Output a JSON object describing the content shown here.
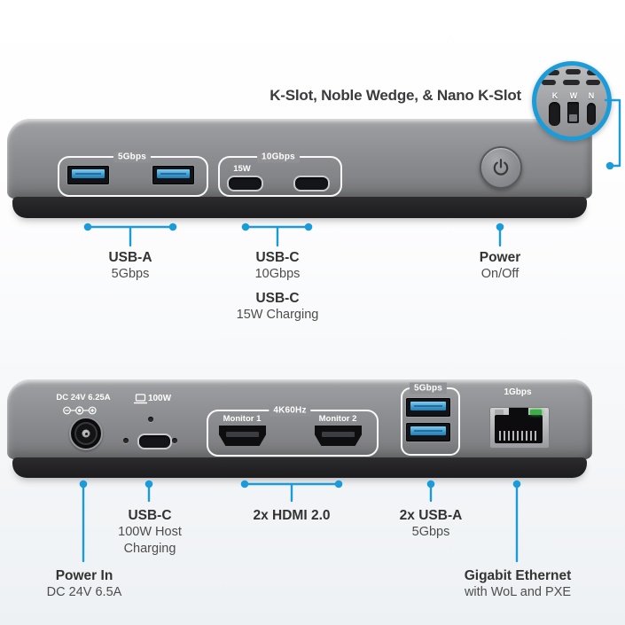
{
  "colors": {
    "accent": "#1b9cd9",
    "device_gray": "#8d8e91",
    "base_dark": "#222225",
    "usb_blue": "#3e9fd4",
    "led_green": "#3fae49"
  },
  "security": {
    "title": "K-Slot, Noble Wedge, & Nano K-Slot",
    "k": "K",
    "w": "W",
    "n": "N"
  },
  "front": {
    "usb_a_group_label": "5Gbps",
    "usb_c_group_label": "10Gbps",
    "usb_c_port1_label": "15W",
    "callouts": {
      "usb_a": {
        "title": "USB-A",
        "subtitle": "5Gbps"
      },
      "usb_c": {
        "title": "USB-C",
        "subtitle": "10Gbps",
        "title2": "USB-C",
        "subtitle2": "15W Charging"
      },
      "power": {
        "title": "Power",
        "subtitle": "On/Off"
      }
    }
  },
  "back": {
    "dc_input_label": "DC 24V 6.25A",
    "host_power_label": "100W",
    "hdmi_group_label": "4K60Hz",
    "monitor1_label": "Monitor 1",
    "monitor2_label": "Monitor 2",
    "usb_a_group_label": "5Gbps",
    "ethernet_label": "1Gbps",
    "callouts": {
      "usb_c": {
        "title": "USB-C",
        "line1": "100W Host",
        "line2": "Charging"
      },
      "hdmi": {
        "title": "2x HDMI 2.0"
      },
      "usb_a": {
        "title": "2x USB-A",
        "subtitle": "5Gbps"
      },
      "power_in": {
        "title": "Power In",
        "subtitle": "DC 24V 6.5A"
      },
      "ethernet": {
        "title": "Gigabit Ethernet",
        "subtitle": "with WoL and PXE"
      }
    }
  }
}
